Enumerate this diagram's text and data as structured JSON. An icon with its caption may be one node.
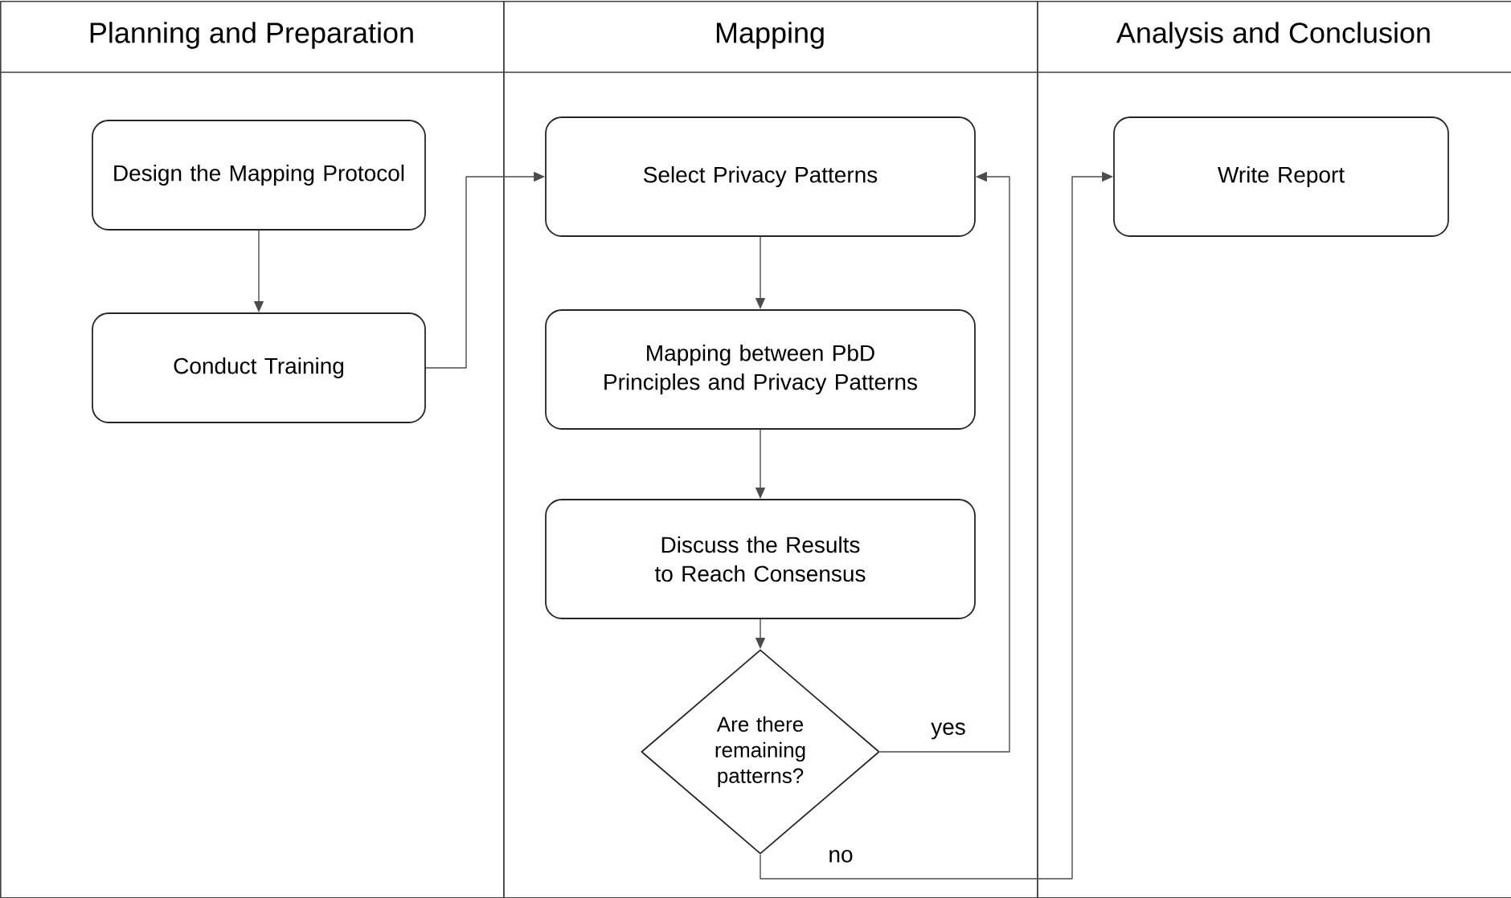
{
  "diagram": {
    "nodes": [
      {
        "text": [
          "Planning and Preparation"
        ]
      },
      {
        "text": [
          "Design the Mapping Protocol"
        ],
        "in": 0
      },
      {
        "text": [
          "Conduct Training"
        ],
        "in": 0
      },
      {
        "text": [
          "Mapping"
        ]
      },
      {
        "text": [
          "Select Privacy Patterns"
        ],
        "in": 3
      },
      {
        "text": [
          "Mapping between PbD Principles and Privacy Patterns"
        ],
        "in": 3
      },
      {
        "text": [
          "Discuss the Results to Reach Consensus"
        ],
        "in": 3
      },
      {
        "text": [
          "Are there remaining patterns?"
        ],
        "in": 3
      },
      {
        "text": [
          "Analysis and Conclusion"
        ]
      },
      {
        "text": [
          "Write Report"
        ],
        "in": 8
      }
    ],
    "edges": [
      {
        "from": 1,
        "to": 2,
        "arrow": "to"
      },
      {
        "from": 2,
        "to": 4,
        "arrow": "to"
      },
      {
        "from": 4,
        "to": 5,
        "arrow": "to"
      },
      {
        "from": 5,
        "to": 6,
        "arrow": "to"
      },
      {
        "from": 6,
        "to": 7,
        "arrow": "to"
      },
      {
        "from": 7,
        "to": 4,
        "arrow": "to",
        "label": "yes"
      },
      {
        "from": 7,
        "to": 9,
        "arrow": "to",
        "label": "no"
      }
    ]
  }
}
